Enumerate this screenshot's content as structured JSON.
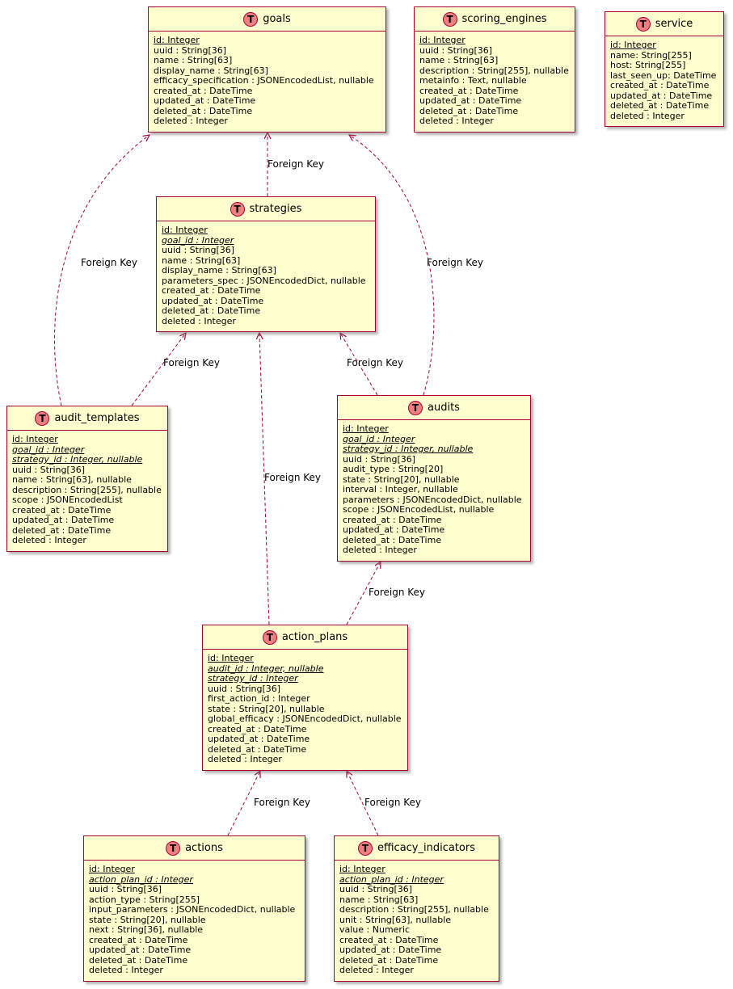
{
  "diagram": {
    "colors": {
      "table_bg": "#FEFECE",
      "table_border": "#A80036",
      "arrow": "#A80036",
      "icon_bg": "#F08080"
    },
    "icons": {
      "table": "T"
    },
    "tables": {
      "goals": {
        "title": "goals",
        "fields": [
          {
            "text": "id: Integer",
            "underline": true
          },
          {
            "text": "uuid : String[36]"
          },
          {
            "text": "name : String[63]"
          },
          {
            "text": "display_name : String[63]"
          },
          {
            "text": "efficacy_specification : JSONEncodedList, nullable"
          },
          {
            "text": "created_at : DateTime"
          },
          {
            "text": "updated_at : DateTime"
          },
          {
            "text": "deleted_at : DateTime"
          },
          {
            "text": "deleted : Integer"
          }
        ]
      },
      "scoring_engines": {
        "title": "scoring_engines",
        "fields": [
          {
            "text": "id: Integer",
            "underline": true
          },
          {
            "text": "uuid : String[36]"
          },
          {
            "text": "name : String[63]"
          },
          {
            "text": "description : String[255], nullable"
          },
          {
            "text": "metainfo : Text, nullable"
          },
          {
            "text": "created_at : DateTime"
          },
          {
            "text": "updated_at : DateTime"
          },
          {
            "text": "deleted_at : DateTime"
          },
          {
            "text": "deleted : Integer"
          }
        ]
      },
      "service": {
        "title": "service",
        "fields": [
          {
            "text": "id: Integer",
            "underline": true
          },
          {
            "text": "name: String[255]"
          },
          {
            "text": "host: String[255]"
          },
          {
            "text": "last_seen_up: DateTime"
          },
          {
            "text": "created_at : DateTime"
          },
          {
            "text": "updated_at : DateTime"
          },
          {
            "text": "deleted_at : DateTime"
          },
          {
            "text": "deleted : Integer"
          }
        ]
      },
      "strategies": {
        "title": "strategies",
        "fields": [
          {
            "text": "id: Integer",
            "underline": true
          },
          {
            "text": "goal_id : Integer",
            "underline": true,
            "italic": true
          },
          {
            "text": "uuid : String[36]"
          },
          {
            "text": "name : String[63]"
          },
          {
            "text": "display_name : String[63]"
          },
          {
            "text": "parameters_spec : JSONEncodedDict, nullable"
          },
          {
            "text": "created_at : DateTime"
          },
          {
            "text": "updated_at : DateTime"
          },
          {
            "text": "deleted_at : DateTime"
          },
          {
            "text": "deleted : Integer"
          }
        ]
      },
      "audit_templates": {
        "title": "audit_templates",
        "fields": [
          {
            "text": "id: Integer",
            "underline": true
          },
          {
            "text": "goal_id : Integer",
            "underline": true,
            "italic": true
          },
          {
            "text": "strategy_id : Integer, nullable",
            "underline": true,
            "italic": true
          },
          {
            "text": "uuid : String[36]"
          },
          {
            "text": "name : String[63], nullable"
          },
          {
            "text": "description : String[255], nullable"
          },
          {
            "text": "scope : JSONEncodedList"
          },
          {
            "text": "created_at : DateTime"
          },
          {
            "text": "updated_at : DateTime"
          },
          {
            "text": "deleted_at : DateTime"
          },
          {
            "text": "deleted : Integer"
          }
        ]
      },
      "audits": {
        "title": "audits",
        "fields": [
          {
            "text": "id: Integer",
            "underline": true
          },
          {
            "text": "goal_id : Integer",
            "underline": true,
            "italic": true
          },
          {
            "text": "strategy_id : Integer, nullable",
            "underline": true,
            "italic": true
          },
          {
            "text": "uuid : String[36]"
          },
          {
            "text": "audit_type : String[20]"
          },
          {
            "text": "state : String[20], nullable"
          },
          {
            "text": "interval : Integer, nullable"
          },
          {
            "text": "parameters : JSONEncodedDict, nullable"
          },
          {
            "text": "scope : JSONEncodedList, nullable"
          },
          {
            "text": "created_at : DateTime"
          },
          {
            "text": "updated_at : DateTime"
          },
          {
            "text": "deleted_at : DateTime"
          },
          {
            "text": "deleted : Integer"
          }
        ]
      },
      "action_plans": {
        "title": "action_plans",
        "fields": [
          {
            "text": "id: Integer",
            "underline": true
          },
          {
            "text": "audit_id : Integer, nullable",
            "underline": true,
            "italic": true
          },
          {
            "text": "strategy_id : Integer",
            "underline": true,
            "italic": true
          },
          {
            "text": "uuid : String[36]"
          },
          {
            "text": "first_action_id : Integer"
          },
          {
            "text": "state : String[20], nullable"
          },
          {
            "text": "global_efficacy : JSONEncodedDict, nullable"
          },
          {
            "text": "created_at : DateTime"
          },
          {
            "text": "updated_at : DateTime"
          },
          {
            "text": "deleted_at : DateTime"
          },
          {
            "text": "deleted : Integer"
          }
        ]
      },
      "actions": {
        "title": "actions",
        "fields": [
          {
            "text": "id: Integer",
            "underline": true
          },
          {
            "text": "action_plan_id : Integer",
            "underline": true,
            "italic": true
          },
          {
            "text": "uuid : String[36]"
          },
          {
            "text": "action_type : String[255]"
          },
          {
            "text": "input_parameters : JSONEncodedDict, nullable"
          },
          {
            "text": "state : String[20], nullable"
          },
          {
            "text": "next : String[36], nullable"
          },
          {
            "text": "created_at : DateTime"
          },
          {
            "text": "updated_at : DateTime"
          },
          {
            "text": "deleted_at : DateTime"
          },
          {
            "text": "deleted : Integer"
          }
        ]
      },
      "efficacy_indicators": {
        "title": "efficacy_indicators",
        "fields": [
          {
            "text": "id: Integer",
            "underline": true
          },
          {
            "text": "action_plan_id : Integer",
            "underline": true,
            "italic": true
          },
          {
            "text": "uuid : String[36]"
          },
          {
            "text": "name : String[63]"
          },
          {
            "text": "description : String[255], nullable"
          },
          {
            "text": "unit : String[63], nullable"
          },
          {
            "text": "value : Numeric"
          },
          {
            "text": "created_at : DateTime"
          },
          {
            "text": "updated_at : DateTime"
          },
          {
            "text": "deleted_at : DateTime"
          },
          {
            "text": "deleted : Integer"
          }
        ]
      }
    },
    "relationships": [
      {
        "from": "strategies",
        "to": "goals",
        "label": "Foreign Key"
      },
      {
        "from": "audit_templates",
        "to": "goals",
        "label": "Foreign Key"
      },
      {
        "from": "audits",
        "to": "goals",
        "label": "Foreign Key"
      },
      {
        "from": "audit_templates",
        "to": "strategies",
        "label": "Foreign Key"
      },
      {
        "from": "audits",
        "to": "strategies",
        "label": "Foreign Key"
      },
      {
        "from": "action_plans",
        "to": "strategies",
        "label": "Foreign Key"
      },
      {
        "from": "action_plans",
        "to": "audits",
        "label": "Foreign Key"
      },
      {
        "from": "actions",
        "to": "action_plans",
        "label": "Foreign Key"
      },
      {
        "from": "efficacy_indicators",
        "to": "action_plans",
        "label": "Foreign Key"
      }
    ]
  }
}
